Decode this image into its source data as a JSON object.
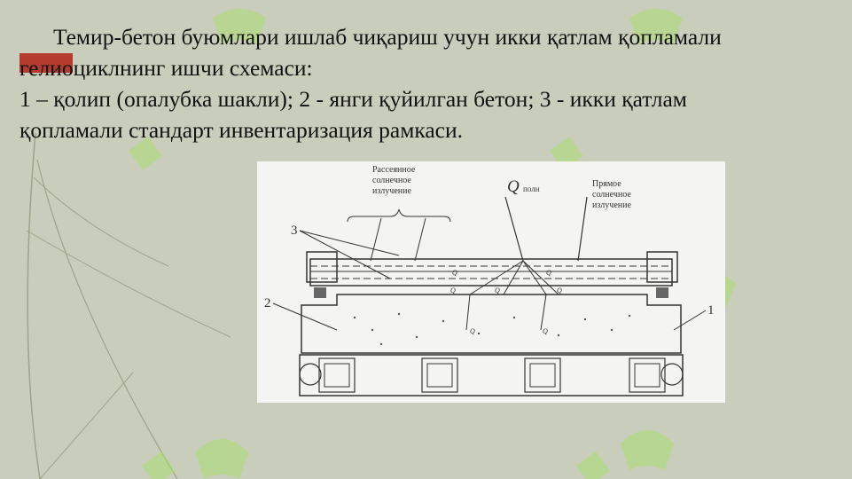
{
  "slide": {
    "title_line1": "Темир-бетон буюмлари ишлаб чиқариш учун икки қатлам қопламали",
    "title_line2": "гелиоциклнинг ишчи схемаси:",
    "title_line3": "1 – қолип (опалубка шакли); 2 - янги қуйилган бетон; 3 - икки қатлам",
    "title_line4": "қопламали стандарт инвентаризация рамкаси."
  },
  "figure": {
    "label_scattered": [
      "Рассеянное",
      "солнечное",
      "излучение"
    ],
    "label_q_main": "Q",
    "label_q_main_sub": "полн",
    "label_direct": [
      "Прямое",
      "солнечное",
      "излучение"
    ],
    "num_3": "3",
    "num_2": "2",
    "num_1": "1",
    "q_sym": "Q"
  },
  "colors": {
    "background": "#c9cdbb",
    "accent": "#b33a2d",
    "figure_bg": "#f4f4f2",
    "ink": "#333333",
    "watermark": "#a9df6f"
  }
}
